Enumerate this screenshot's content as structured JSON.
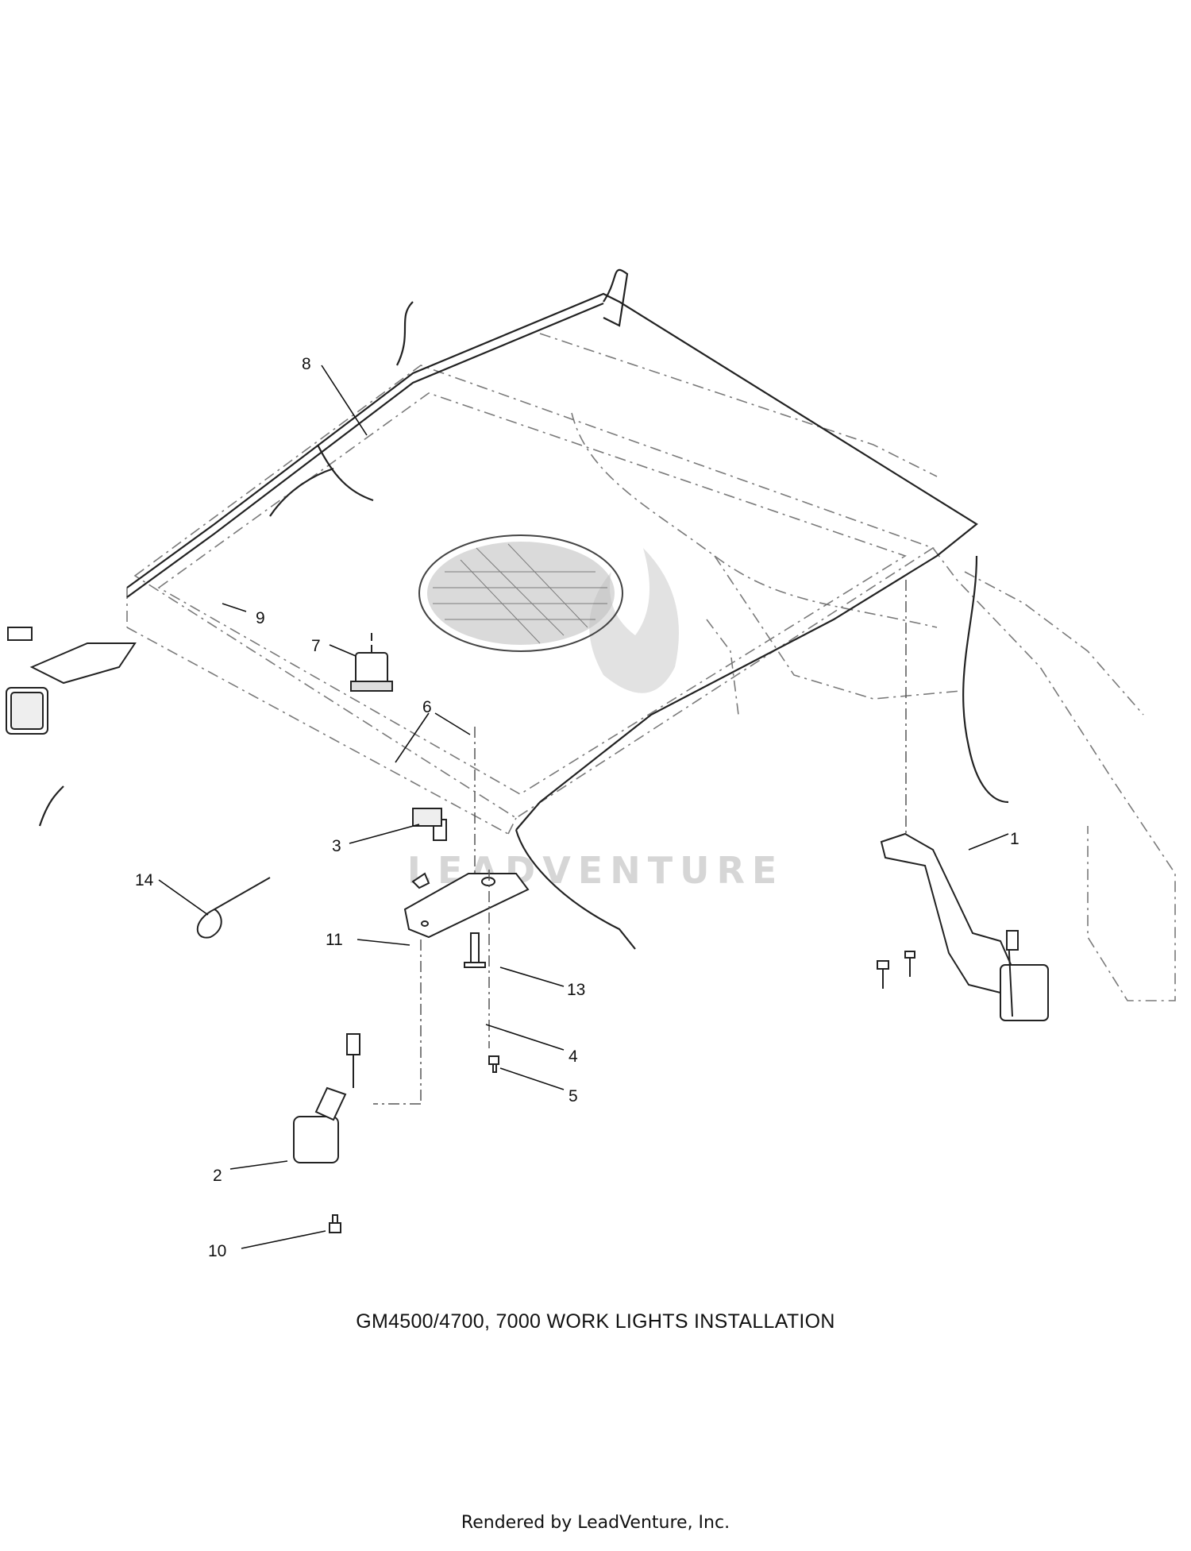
{
  "diagram": {
    "title": "GM4500/4700, 7000 WORK LIGHTS INSTALLATION",
    "footer": "Rendered by LeadVenture, Inc.",
    "watermark": "LEADVENTURE",
    "callouts": [
      "1",
      "2",
      "3",
      "4",
      "5",
      "6",
      "7",
      "8",
      "9",
      "10",
      "11",
      "13",
      "14"
    ]
  }
}
